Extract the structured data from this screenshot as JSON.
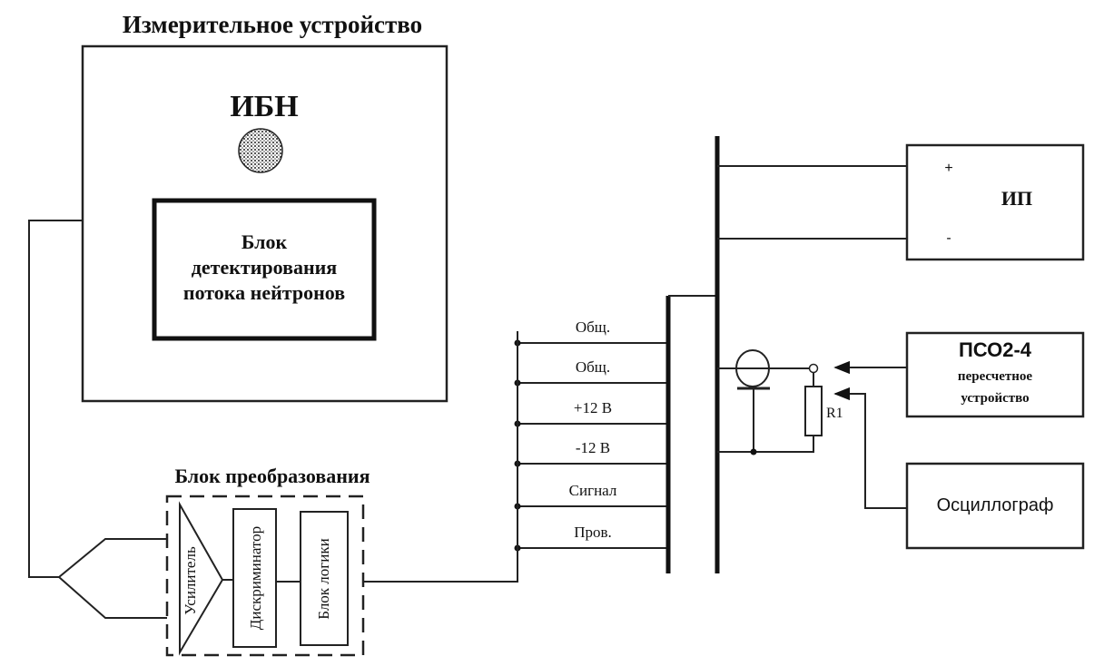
{
  "measuring_device": {
    "title": "Измерительное устройство",
    "source_label": "ИБН",
    "detector_block": [
      "Блок",
      "детектирования",
      "потока нейтронов"
    ]
  },
  "converter_block": {
    "title": "Блок преобразования",
    "amplifier": "Усилитель",
    "discriminator": "Дискриминатор",
    "logic": "Блок логики"
  },
  "bus_lines": [
    {
      "label": "Общ."
    },
    {
      "label": "Общ."
    },
    {
      "label": "+12 В"
    },
    {
      "label": "-12 В"
    },
    {
      "label": "Сигнал"
    },
    {
      "label": "Пров."
    }
  ],
  "power_supply": {
    "label": "ИП",
    "plus": "+",
    "minus": "-"
  },
  "counter": {
    "title": "ПСО2-4",
    "subtitle": [
      "пересчетное",
      "устройство"
    ]
  },
  "resistor_label": "R1",
  "oscilloscope": {
    "label": "Осциллограф"
  }
}
